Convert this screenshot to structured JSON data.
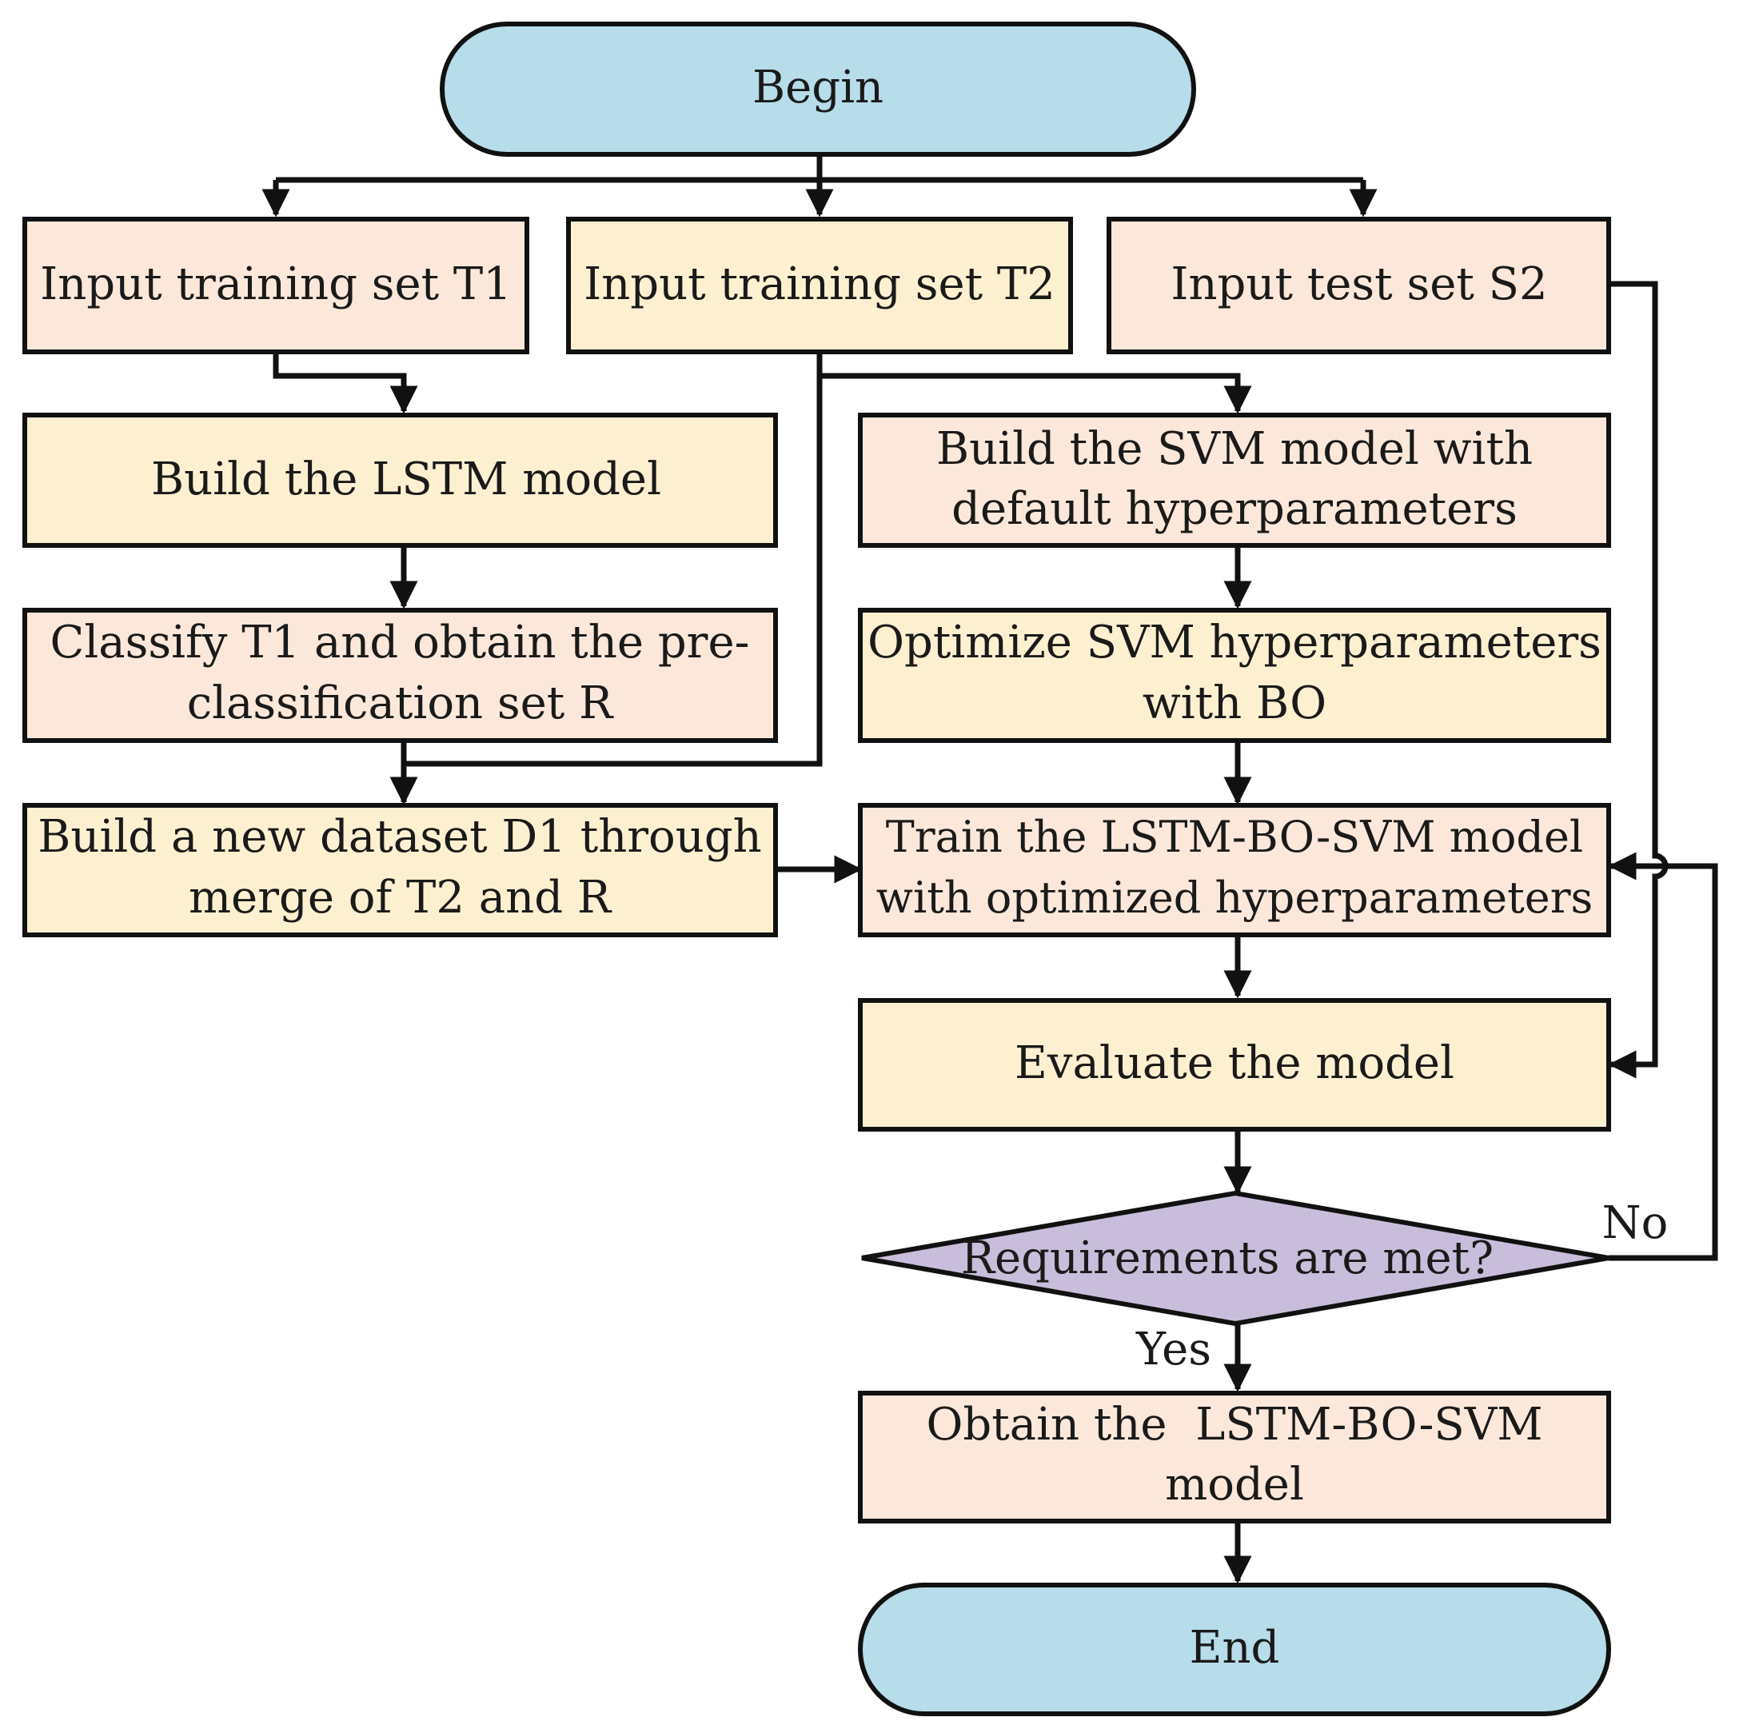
{
  "nodes": {
    "begin": {
      "text": "Begin"
    },
    "input_t1": {
      "text": "Input training set T1"
    },
    "input_t2": {
      "text": "Input training set T2"
    },
    "input_s2": {
      "text": "Input test set S2"
    },
    "build_lstm": {
      "text": "Build the LSTM model"
    },
    "build_svm": {
      "line1": "Build the SVM model with",
      "line2": "default hyperparameters"
    },
    "classify_t1": {
      "line1": "Classify T1 and obtain the pre-",
      "line2": "classification set R"
    },
    "optimize_svm": {
      "line1": "Optimize SVM hyperparameters",
      "line2": "with BO"
    },
    "build_dataset": {
      "line1": "Build a new dataset D1 through",
      "line2": "merge of T2 and R"
    },
    "train_model": {
      "line1": "Train the LSTM-BO-SVM model",
      "line2": "with optimized hyperparameters"
    },
    "evaluate": {
      "text": "Evaluate the model"
    },
    "decision": {
      "text": "Requirements are met?"
    },
    "obtain": {
      "line1": "Obtain the  LSTM-BO-SVM",
      "line2": "model"
    },
    "end": {
      "text": "End"
    }
  },
  "edge_labels": {
    "no": "No",
    "yes": "Yes"
  },
  "colors": {
    "terminal_fill": "#b7dcea",
    "peach_fill": "#fbe8da",
    "yellow_fill": "#fdf0d0",
    "decision_fill": "#c8bedb",
    "stroke": "#111111"
  }
}
